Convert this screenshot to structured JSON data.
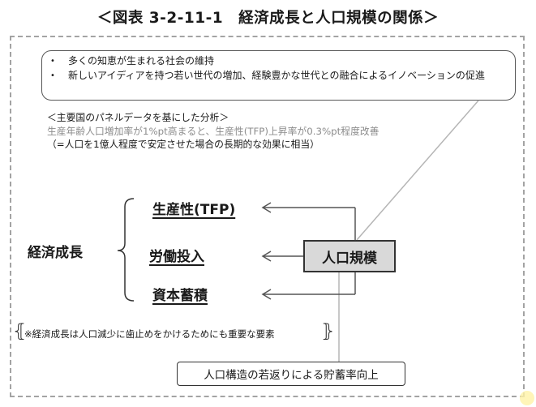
{
  "title": "＜図表 3-2-11-1　経済成長と人口規模の関係＞",
  "bullets": [
    "多くの知恵が生まれる社会の維持",
    "新しいアイディアを持つ若い世代の増加、経験豊かな世代との融合によるイノベーションの促進"
  ],
  "bullet_mark": "•",
  "analysis": {
    "heading": "＜主要国のパネルデータを基にした分析＞",
    "line1": "生産年齢人口増加率が1%pt高まると、生産性(TFP)上昇率が0.3%pt程度改善",
    "line2": "（=人口を1億人程度で安定させた場合の長期的な効果に相当）"
  },
  "diagram": {
    "economic_growth": "経済成長",
    "factors": [
      "生産性(TFP)",
      "労働投入",
      "資本蓄積"
    ],
    "population_scale": "人口規模",
    "note": "※経済成長は人口減少に歯止めをかけるためにも重要な要素",
    "savings": "人口構造の若返りによる貯蓄率向上"
  },
  "colors": {
    "border": "#333333",
    "dashed": "#a3a3a3",
    "gray_text": "#8c8c8c",
    "box_fill": "#d9d9d9"
  }
}
